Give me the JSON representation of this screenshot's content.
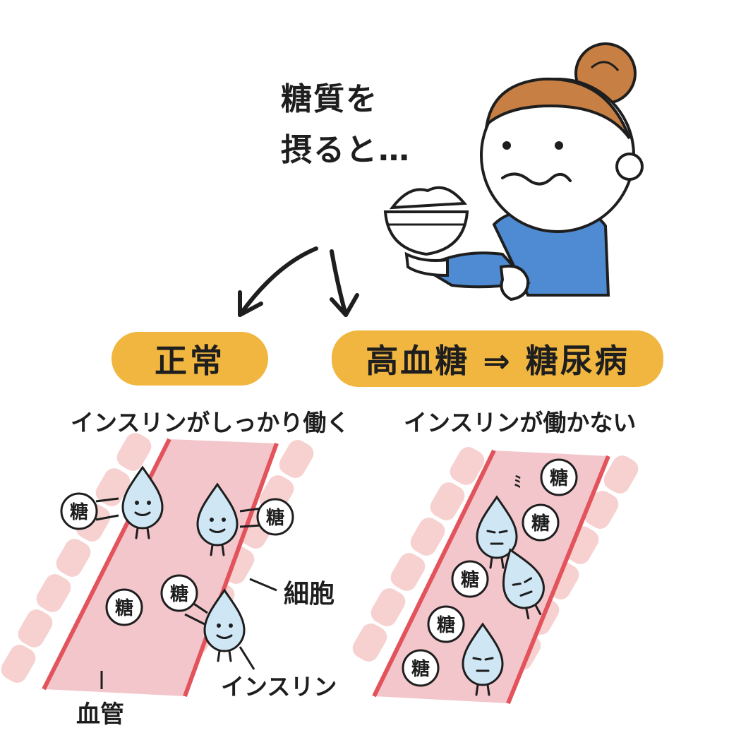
{
  "intro": {
    "line1": "糖質を",
    "line2": "摂ると…"
  },
  "badges": {
    "normal": "正常",
    "diabetes": "高血糖 ⇒ 糖尿病"
  },
  "captions": {
    "normal": "インスリンがしっかり働く",
    "diabetes": "インスリンが働かない"
  },
  "labels": {
    "cell": "細胞",
    "insulin": "インスリン",
    "vessel": "血管"
  },
  "sugar_label": "糖",
  "colors": {
    "badge": "#f0b640",
    "vessel": "#f3c6cc",
    "vessel_wall": "#e3535b",
    "cell": "#f6d1d0",
    "insulin": "#cfe6f4",
    "hair": "#c77f43",
    "shirt": "#4e8bd2",
    "ink": "#1e1e1e"
  }
}
